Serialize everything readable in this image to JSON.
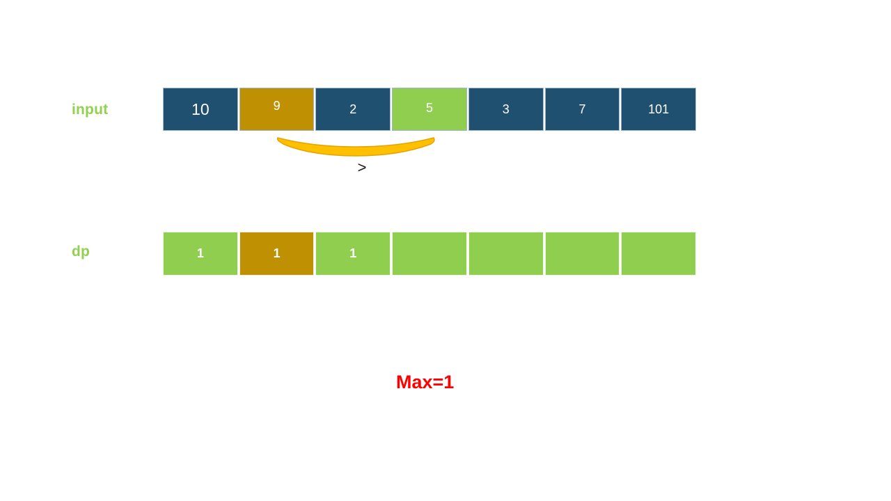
{
  "labels": {
    "input": "input",
    "dp": "dp",
    "comparison": ">",
    "max": "Max=1"
  },
  "input_row": {
    "name": "input",
    "cells": [
      {
        "value": "10",
        "color": "blue"
      },
      {
        "value": "9",
        "color": "gold"
      },
      {
        "value": "2",
        "color": "blue"
      },
      {
        "value": "5",
        "color": "green"
      },
      {
        "value": "3",
        "color": "blue"
      },
      {
        "value": "7",
        "color": "blue"
      },
      {
        "value": "101",
        "color": "blue"
      }
    ]
  },
  "dp_row": {
    "name": "dp",
    "cells": [
      {
        "value": "1",
        "color": "green"
      },
      {
        "value": "1",
        "color": "gold"
      },
      {
        "value": "1",
        "color": "green"
      },
      {
        "value": "",
        "color": "green"
      },
      {
        "value": "",
        "color": "green"
      },
      {
        "value": "",
        "color": "green"
      },
      {
        "value": "",
        "color": "green"
      }
    ]
  },
  "colors": {
    "cell_blue": "#205070",
    "cell_gold": "#BF9102",
    "cell_green": "#8FCE4F",
    "label_green": "#92D050",
    "arc_fill": "#FFC000",
    "arc_stroke": "#E8A200",
    "max_red": "#FF0000",
    "cell_text": "#FFFFFF",
    "comparison_text": "#1A1A1A"
  }
}
